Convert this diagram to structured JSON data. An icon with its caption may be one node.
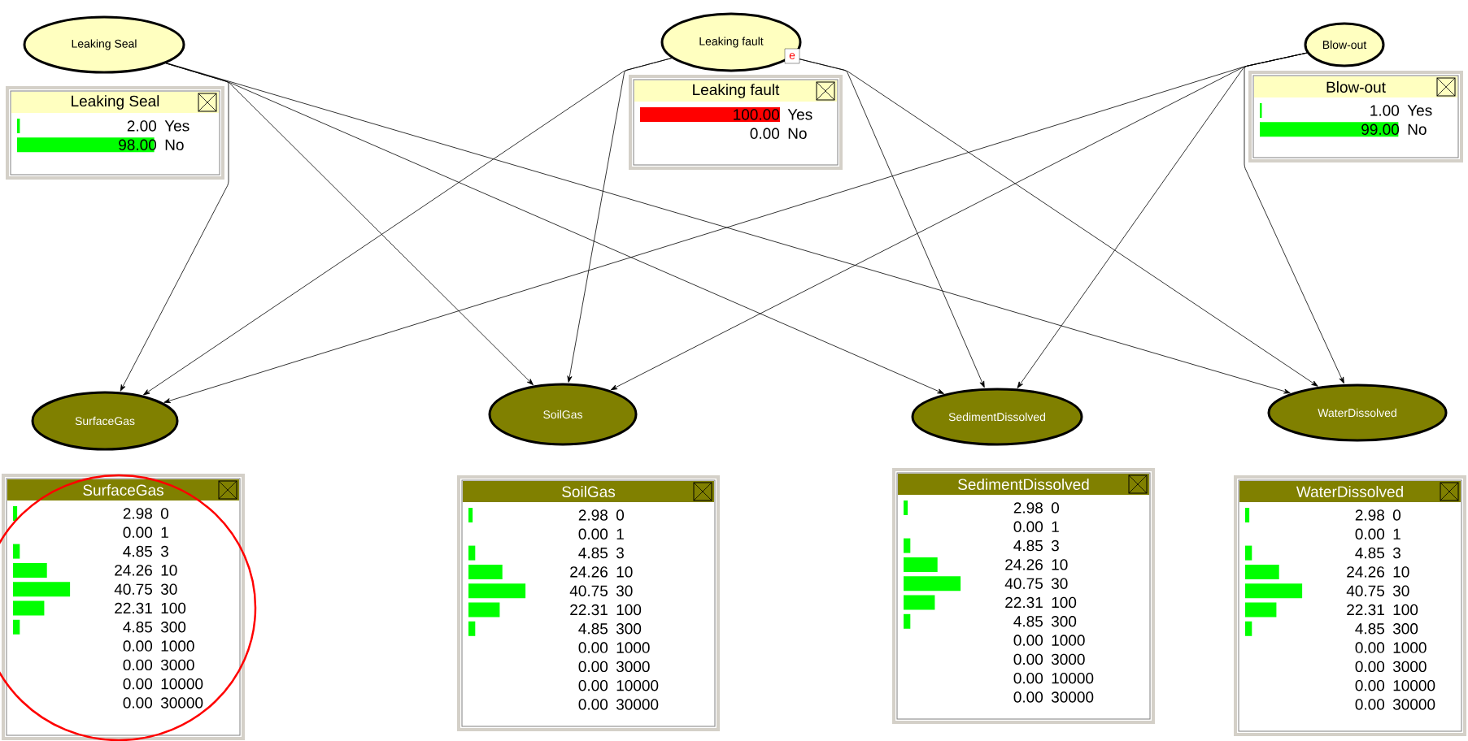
{
  "diagram": {
    "nodes": [
      {
        "text": [
          "Leaking Seal"
        ]
      },
      {
        "text": [
          "Leaking Seal",
          "2.00",
          "Yes",
          "98.00",
          "No"
        ]
      },
      {
        "text": [
          "Leaking fault"
        ],
        "beside": [
          "e"
        ]
      },
      {
        "text": [
          "Leaking fault",
          "100.00",
          "Yes",
          "0.00",
          "No"
        ]
      },
      {
        "text": [
          "Blow-out"
        ]
      },
      {
        "text": [
          "Blow-out",
          "1.00",
          "Yes",
          "99.00",
          "No"
        ]
      },
      {
        "text": [
          "SurfaceGas"
        ]
      },
      {
        "text": [
          "SurfaceGas",
          "2.98",
          "0",
          "0.00",
          "1",
          "4.85",
          "3",
          "24.26",
          "10",
          "40.75",
          "30",
          "22.31",
          "100",
          "4.85",
          "300",
          "0.00",
          "1000",
          "0.00",
          "3000",
          "0.00",
          "10000",
          "0.00",
          "30000"
        ]
      },
      {
        "text": [
          "SoilGas"
        ]
      },
      {
        "text": [
          "SoilGas",
          "2.98",
          "0",
          "0.00",
          "1",
          "4.85",
          "3",
          "24.26",
          "10",
          "40.75",
          "30",
          "22.31",
          "100",
          "4.85",
          "300",
          "0.00",
          "1000",
          "0.00",
          "3000",
          "0.00",
          "10000",
          "0.00",
          "30000"
        ]
      },
      {
        "text": [
          "SedimentDissolved"
        ]
      },
      {
        "text": [
          "SedimentDissolved",
          "2.98",
          "0",
          "0.00",
          "1",
          "4.85",
          "3",
          "24.26",
          "10",
          "40.75",
          "30",
          "22.31",
          "100",
          "4.85",
          "300",
          "0.00",
          "1000",
          "0.00",
          "3000",
          "0.00",
          "10000",
          "0.00",
          "30000"
        ]
      },
      {
        "text": [
          "WaterDissolved"
        ]
      },
      {
        "text": [
          "WaterDissolved",
          "2.98",
          "0",
          "0.00",
          "1",
          "4.85",
          "3",
          "24.26",
          "10",
          "40.75",
          "30",
          "22.31",
          "100",
          "4.85",
          "300",
          "0.00",
          "1000",
          "0.00",
          "3000",
          "0.00",
          "10000",
          "0.00",
          "30000"
        ]
      }
    ],
    "edges": [
      {
        "from": 0,
        "to": 6,
        "arrow": "to"
      },
      {
        "from": 0,
        "to": 8,
        "arrow": "to"
      },
      {
        "from": 0,
        "to": 10,
        "arrow": "to"
      },
      {
        "from": 0,
        "to": 12,
        "arrow": "to"
      },
      {
        "from": 2,
        "to": 6,
        "arrow": "to"
      },
      {
        "from": 2,
        "to": 8,
        "arrow": "to"
      },
      {
        "from": 2,
        "to": 10,
        "arrow": "to"
      },
      {
        "from": 2,
        "to": 12,
        "arrow": "to"
      },
      {
        "from": 4,
        "to": 6,
        "arrow": "to"
      },
      {
        "from": 4,
        "to": 8,
        "arrow": "to"
      },
      {
        "from": 4,
        "to": 10,
        "arrow": "to"
      },
      {
        "from": 4,
        "to": 12,
        "arrow": "to"
      }
    ]
  }
}
